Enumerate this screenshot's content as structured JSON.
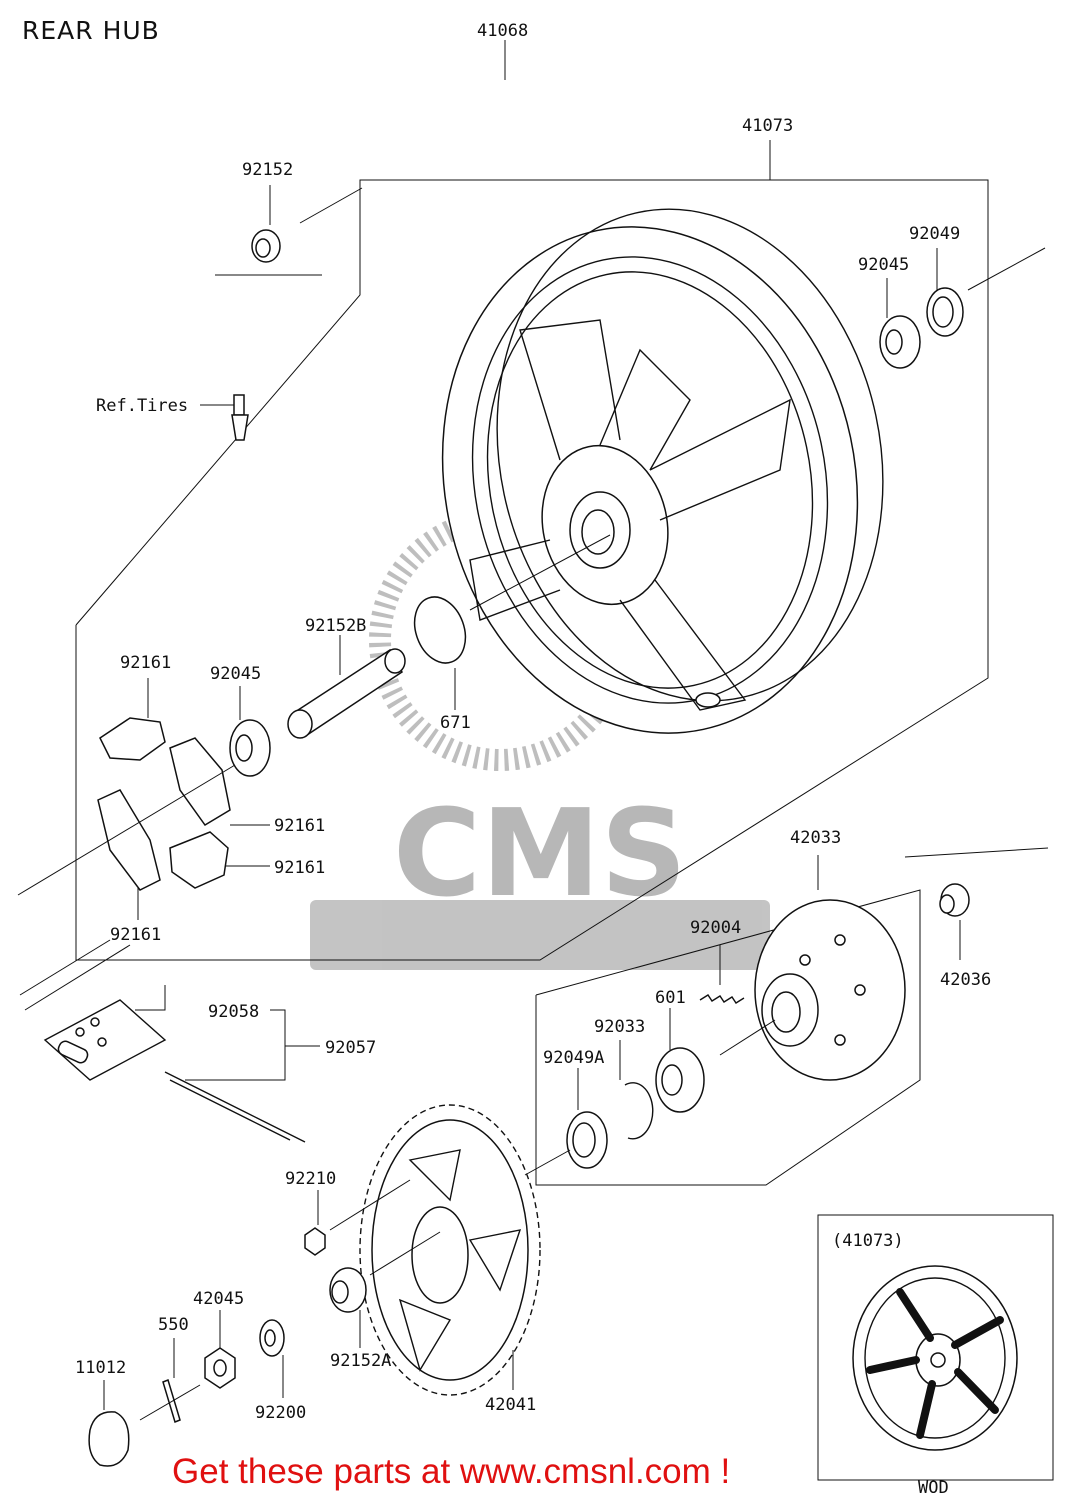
{
  "title": "REAR HUB",
  "footer": "Get these parts at www.cmsnl.com !",
  "inset": {
    "label": "(41073)",
    "code": "WOD"
  },
  "watermark": {
    "text": "CMS",
    "color": "#000000"
  },
  "labels": {
    "p41068": "41068",
    "p41073": "41073",
    "p92152": "92152",
    "p92049": "92049",
    "p92045_top": "92045",
    "ref_tires": "Ref.Tires",
    "p92152B": "92152B",
    "p92045_mid": "92045",
    "p92161_a": "92161",
    "p92161_b": "92161",
    "p92161_c": "92161",
    "p92161_d": "92161",
    "p671": "671",
    "p42033": "42033",
    "p92004": "92004",
    "p42036": "42036",
    "p601": "601",
    "p92033": "92033",
    "p92049A": "92049A",
    "p92058": "92058",
    "p92057": "92057",
    "p92210": "92210",
    "p42045": "42045",
    "p550": "550",
    "p11012": "11012",
    "p92200": "92200",
    "p92152A": "92152A",
    "p42041": "42041"
  },
  "colors": {
    "line": "#111111",
    "footer": "#e01010"
  }
}
